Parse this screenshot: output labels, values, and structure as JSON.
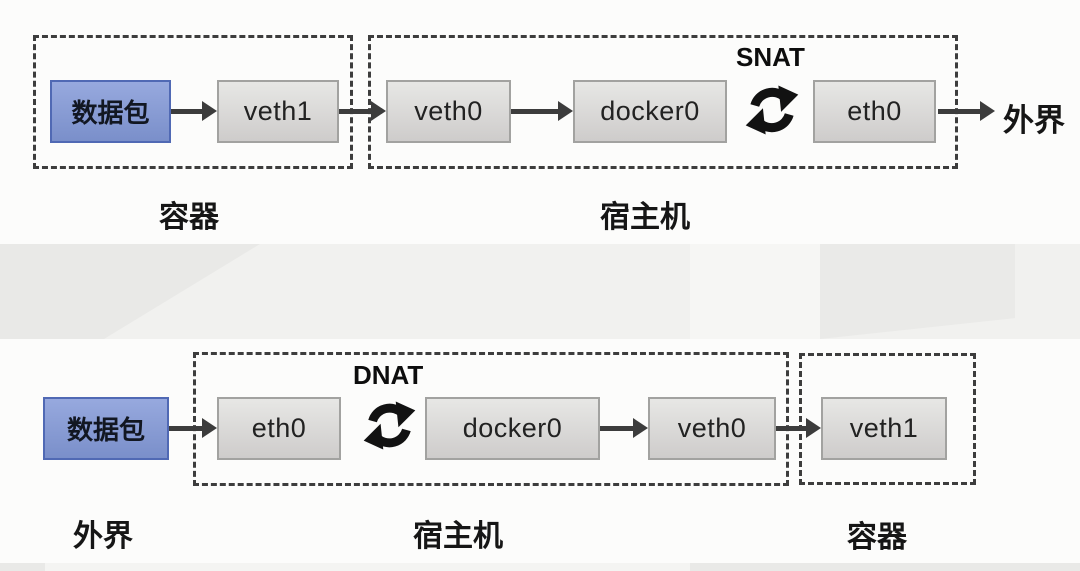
{
  "colors": {
    "packet_fill": "#8b9fd5",
    "packet_border": "#5069b4",
    "node_fill": "#d8d8d6",
    "node_border": "#a2a2a0",
    "arrow": "#3c3c3c",
    "dashed_border": "#3d3d3d",
    "background": "#fcfcfb",
    "band": "#f1f1ef"
  },
  "top_flow": {
    "packet": "数据包",
    "node_veth1": "veth1",
    "node_veth0": "veth0",
    "node_docker0": "docker0",
    "node_eth0": "eth0",
    "nat": "SNAT",
    "outside": "外界",
    "group_container_label": "容器",
    "group_host_label": "宿主机"
  },
  "bottom_flow": {
    "packet": "数据包",
    "outside": "外界",
    "node_eth0": "eth0",
    "node_docker0": "docker0",
    "node_veth0": "veth0",
    "node_veth1": "veth1",
    "nat": "DNAT",
    "group_host_label": "宿主机",
    "group_container_label": "容器"
  }
}
